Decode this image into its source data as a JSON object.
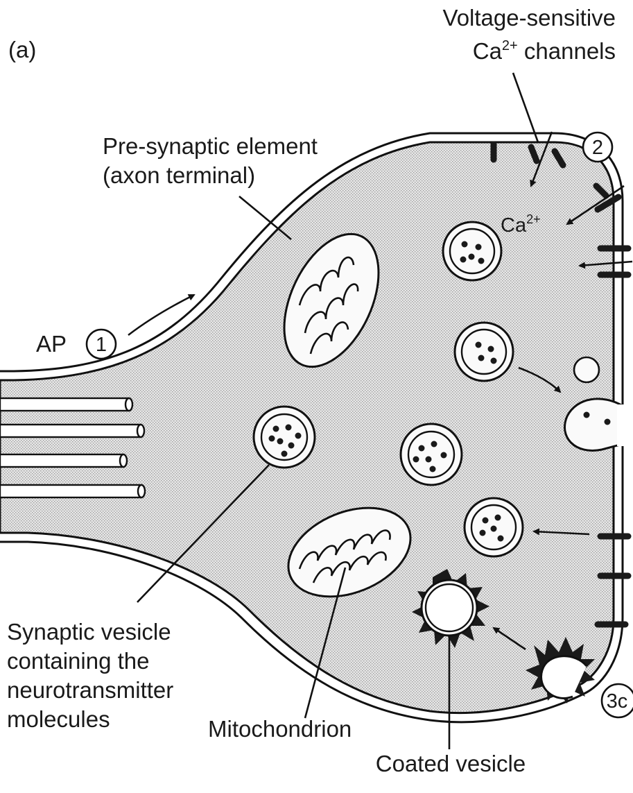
{
  "panel_label": "(a)",
  "labels": {
    "voltage_line1": "Voltage-sensitive",
    "voltage_line2_main": "Ca",
    "voltage_line2_sup": "2+",
    "voltage_line2_rest": " channels",
    "presynaptic_line1": "Pre-synaptic element",
    "presynaptic_line2": "(axon terminal)",
    "ap": "AP",
    "step1": "1",
    "step2": "2",
    "step3c": "3c",
    "ca_ion_main": "Ca",
    "ca_ion_sup": "2+",
    "synaptic_line1": "Synaptic vesicle",
    "synaptic_line2": "containing the",
    "synaptic_line3": "neurotransmitter",
    "synaptic_line4": "molecules",
    "mitochondrion": "Mitochondrion",
    "coated_vesicle": "Coated vesicle"
  }
}
